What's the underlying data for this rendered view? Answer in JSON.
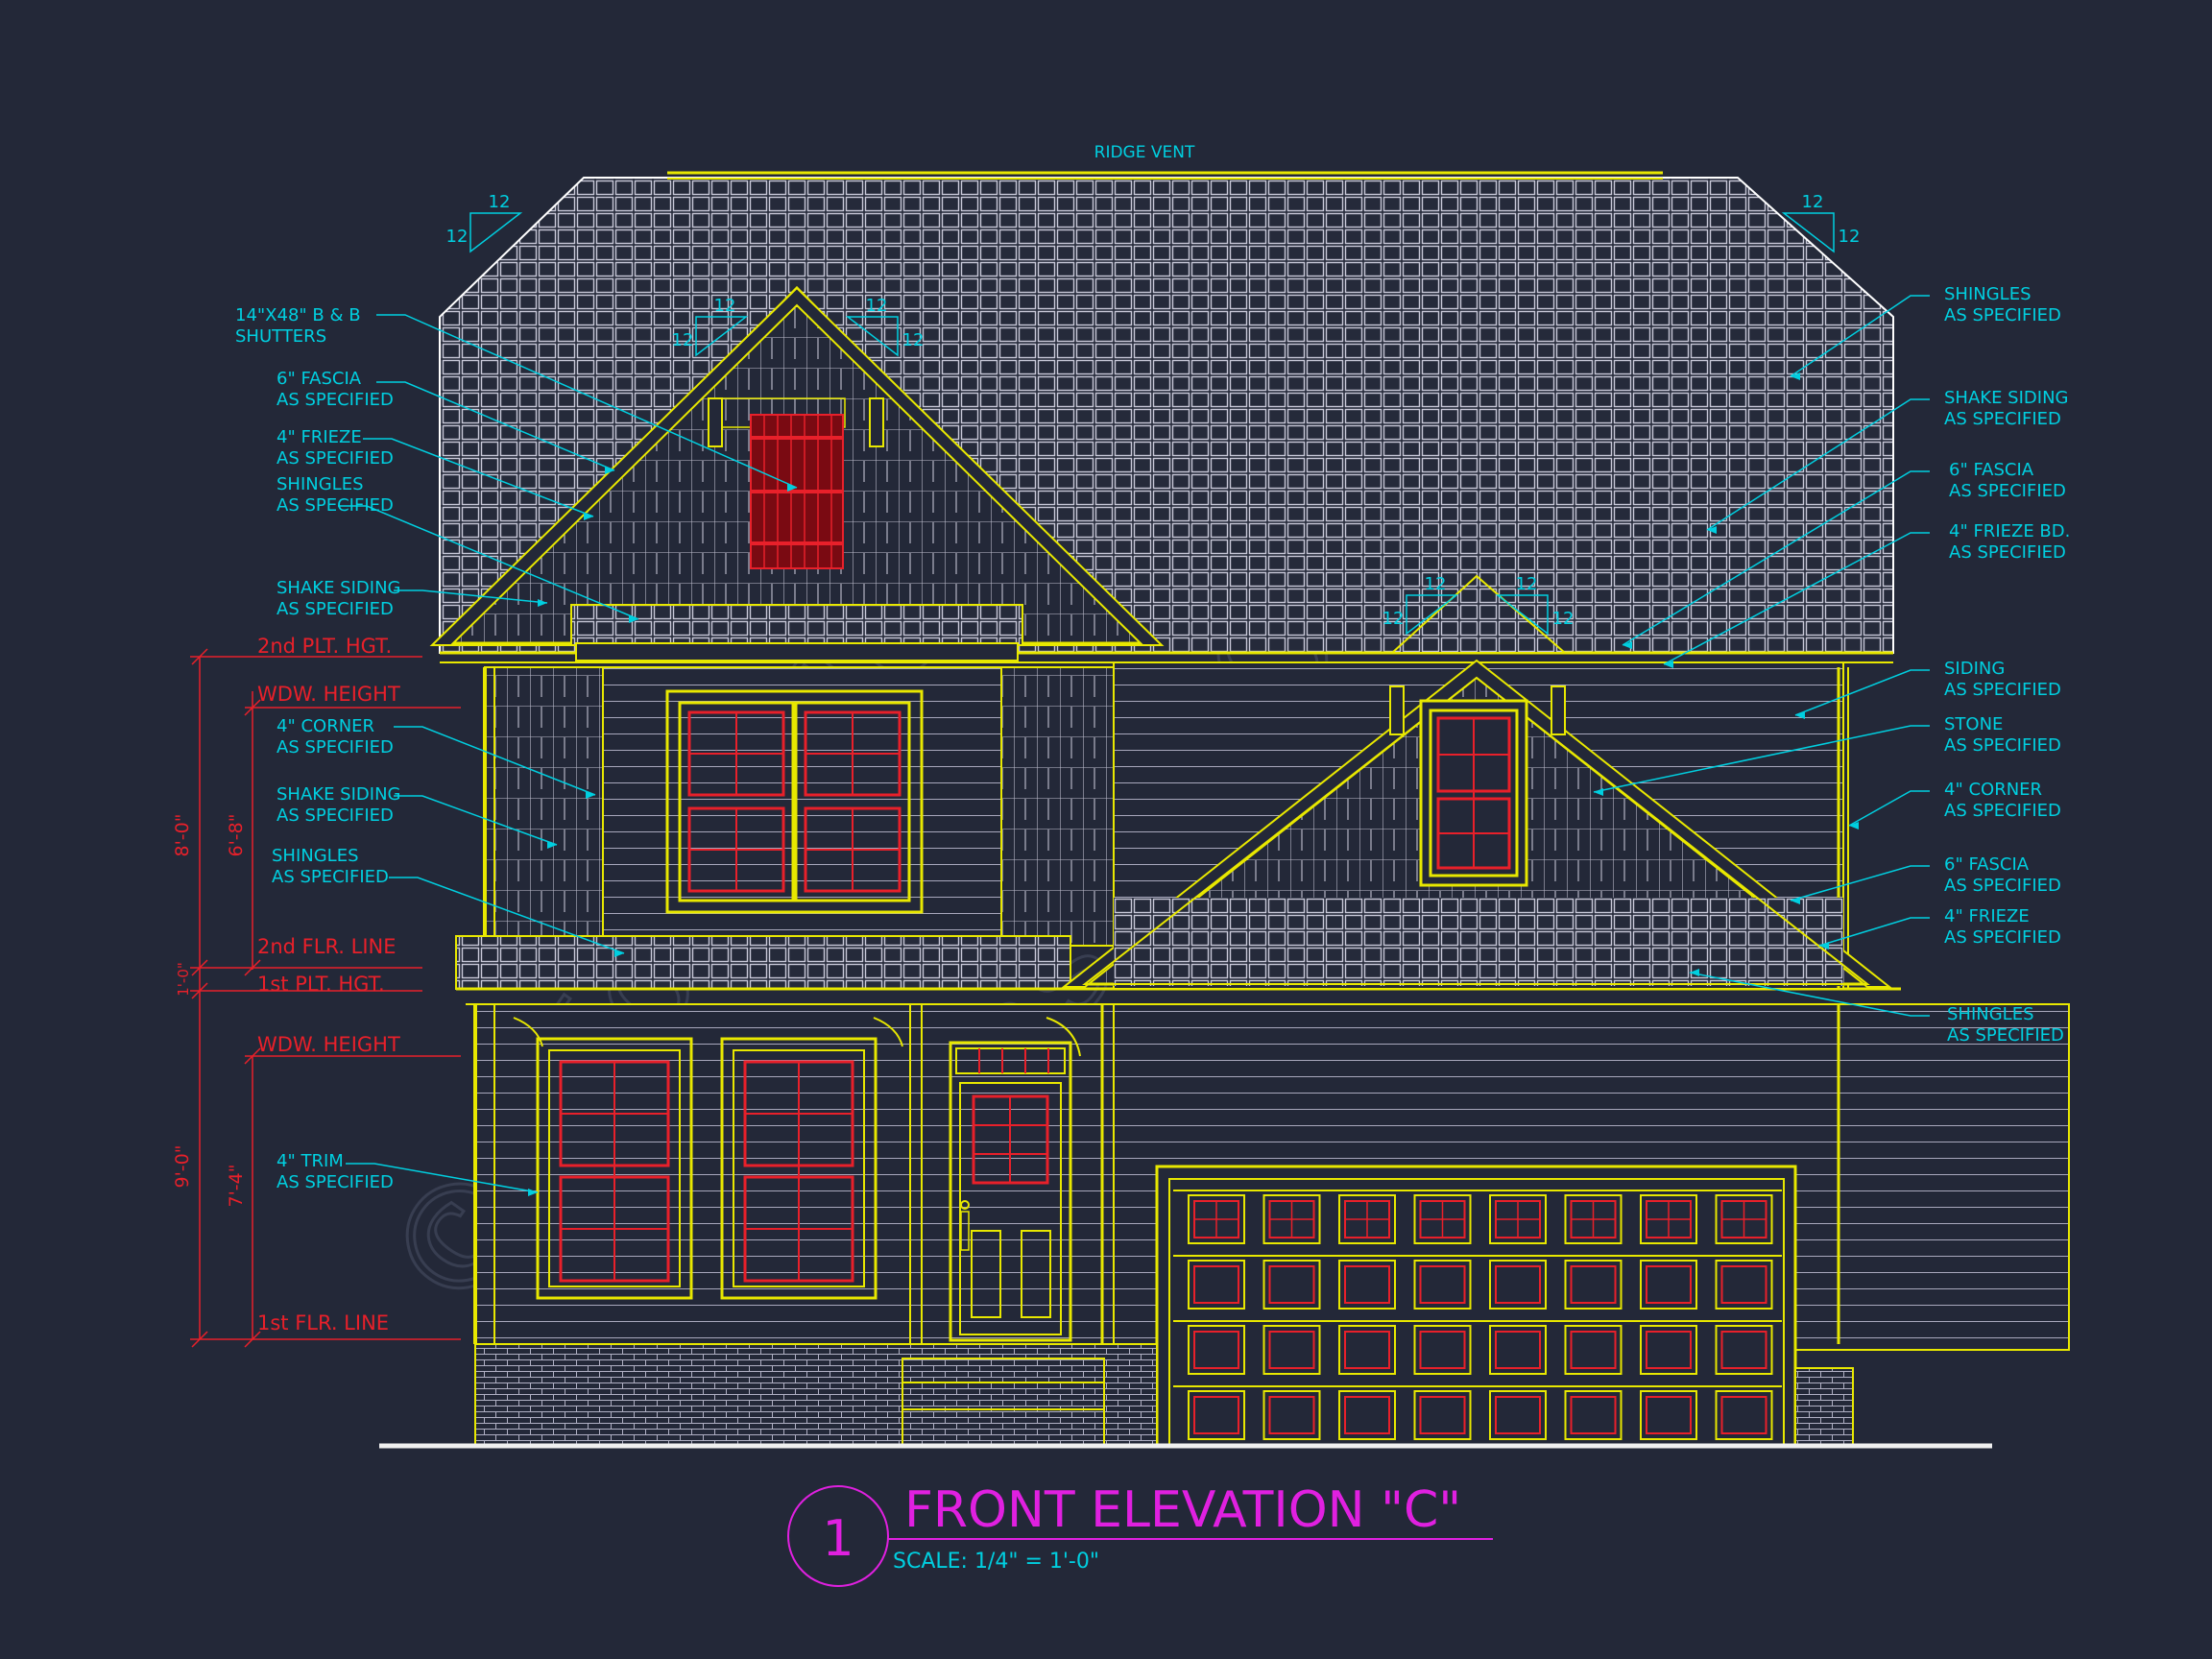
{
  "drawing": {
    "title": "FRONT ELEVATION \"C\"",
    "scale": "SCALE: 1/4\" = 1'-0\"",
    "number": "1",
    "ridge_vent": "RIDGE VENT"
  },
  "pitch_marks": [
    "12",
    "12"
  ],
  "left_callouts": [
    {
      "line1": "14\"X48\" B & B",
      "line2": "SHUTTERS"
    },
    {
      "line1": "6\" FASCIA",
      "line2": "AS SPECIFIED"
    },
    {
      "line1": "4\" FRIEZE",
      "line2": "AS SPECIFIED"
    },
    {
      "line1": "SHINGLES",
      "line2": "AS SPECIFIED"
    },
    {
      "line1": "SHAKE SIDING",
      "line2": "AS SPECIFIED"
    },
    {
      "line1": "4\" CORNER",
      "line2": "AS SPECIFIED"
    },
    {
      "line1": "SHAKE SIDING",
      "line2": "AS SPECIFIED"
    },
    {
      "line1": "SHINGLES",
      "line2": "AS SPECIFIED"
    },
    {
      "line1": "4\" TRIM",
      "line2": "AS SPECIFIED"
    }
  ],
  "right_callouts": [
    {
      "line1": "SHINGLES",
      "line2": "AS SPECIFIED"
    },
    {
      "line1": "SHAKE SIDING",
      "line2": "AS SPECIFIED"
    },
    {
      "line1": "6\" FASCIA",
      "line2": "AS SPECIFIED"
    },
    {
      "line1": "4\" FRIEZE BD.",
      "line2": "AS SPECIFIED"
    },
    {
      "line1": "SIDING",
      "line2": "AS SPECIFIED"
    },
    {
      "line1": "STONE",
      "line2": "AS SPECIFIED"
    },
    {
      "line1": "4\" CORNER",
      "line2": "AS SPECIFIED"
    },
    {
      "line1": "6\" FASCIA",
      "line2": "AS SPECIFIED"
    },
    {
      "line1": "4\" FRIEZE",
      "line2": "AS SPECIFIED"
    },
    {
      "line1": "SHINGLES",
      "line2": "AS SPECIFIED"
    }
  ],
  "levels": {
    "plt2": "2nd PLT. HGT.",
    "wdw2": "WDW. HEIGHT",
    "flr2": "2nd FLR. LINE",
    "plt1": "1st PLT. HGT.",
    "wdw1": "WDW. HEIGHT",
    "flr1": "1st FLR. LINE"
  },
  "dimensions": {
    "upper_total": "8'-0\"",
    "upper_window": "6'-8\"",
    "floor_gap": "1'-0\"",
    "lower_total": "9'-0\"",
    "lower_window": "7'-4\""
  },
  "colors": {
    "background": "#232838",
    "outline": "#e8e800",
    "callout": "#00cfe0",
    "dimension": "#e8202a",
    "title": "#e020e0",
    "hatch": "#c8c8d8"
  }
}
